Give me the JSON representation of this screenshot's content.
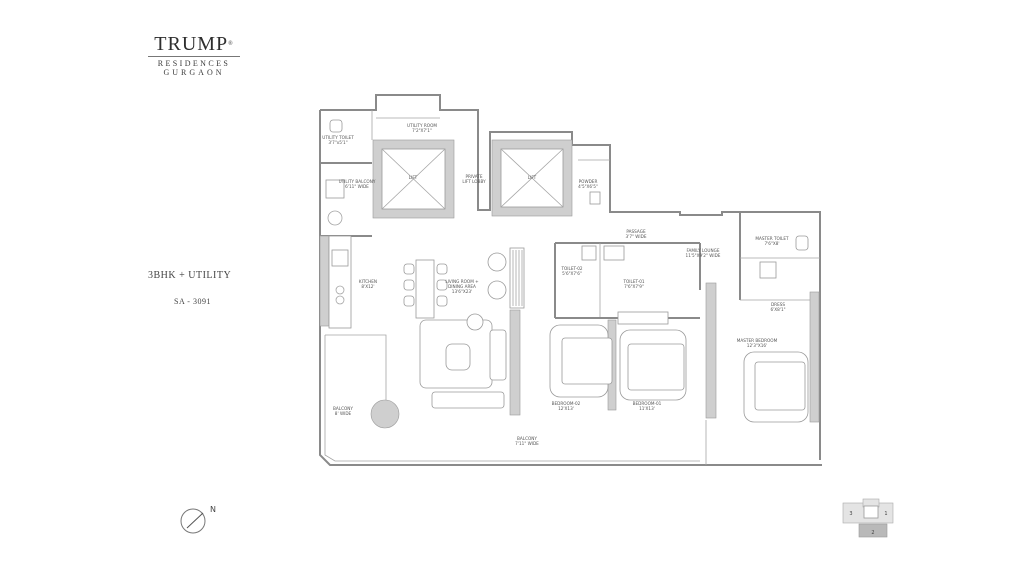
{
  "brand": {
    "line1": "TRUMP",
    "reg": "®",
    "line2": "RESIDENCES",
    "line3": "GURGAON"
  },
  "unit": {
    "type": "3BHK + UTILITY",
    "area": "SA - 3091"
  },
  "rooms": {
    "utility_room": {
      "name": "UTILITY ROOM",
      "dim": "7'2\"X7'1\""
    },
    "utility_toilet": {
      "name": "UTILITY TOILET",
      "dim": "3'7\"x5'1\""
    },
    "utility_balcony": {
      "name": "UTILITY BALCONY",
      "dim": "6'11\" WIDE"
    },
    "lift1": "LIFT",
    "lift2": "LIFT",
    "private_lift_lobby": {
      "name": "PRIVATE",
      "name2": "LIFT LOBBY"
    },
    "powder": {
      "name": "POWDER",
      "dim": "4'5\"X6'5\""
    },
    "passage": {
      "name": "PASSAGE",
      "dim": "3'7\" WIDE"
    },
    "family_lounge": {
      "name": "FAMILY LOUNGE",
      "dim": "11'5\"X9'2\" WIDE"
    },
    "master_toilet": {
      "name": "MASTER TOILET",
      "dim": "7'6\"X8'"
    },
    "kitchen": {
      "name": "KITCHEN",
      "dim": "8'X12'"
    },
    "living": {
      "name": "LIVING ROOM +",
      "name2": "DINING AREA",
      "dim": "13'6\"X23'"
    },
    "toilet2": {
      "name": "TOILET-02",
      "dim": "5'6\"X7'6\""
    },
    "toilet1": {
      "name": "TOILET-01",
      "dim": "7'6\"X7'9\""
    },
    "dress": {
      "name": "DRESS",
      "dim": "6'X8'1\""
    },
    "master_bedroom": {
      "name": "MASTER BEDROOM",
      "dim": "12'3\"X16'"
    },
    "balcony_left": {
      "name": "BALCONY",
      "dim": "8' WIDE"
    },
    "bedroom2": {
      "name": "BEDROOM-02",
      "dim": "12'X13'"
    },
    "bedroom1": {
      "name": "BEDROOM-01",
      "dim": "11'X13'"
    },
    "balcony_main": {
      "name": "BALCONY",
      "dim": "7'11\" WIDE"
    }
  },
  "compass": {
    "label": "N"
  },
  "key_plan": {
    "units": [
      "3",
      "1",
      "2"
    ],
    "highlighted": "2"
  }
}
